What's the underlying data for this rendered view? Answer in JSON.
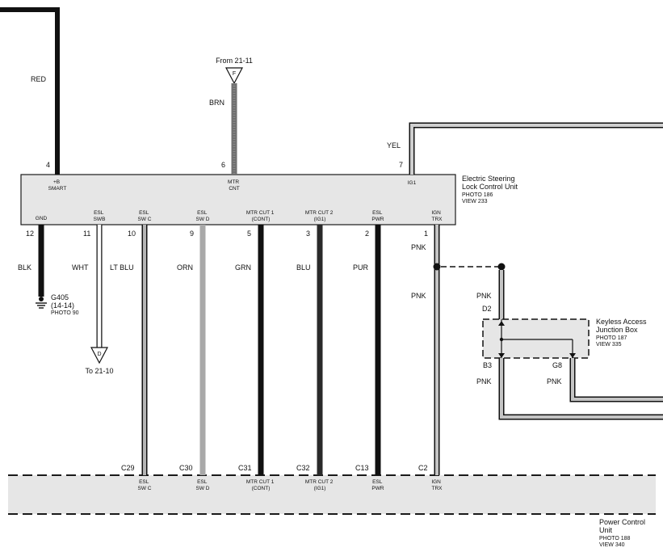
{
  "colors": {
    "paper": "#ffffff",
    "box_fill": "#e6e6e6",
    "box_stroke": "#1a1a1a",
    "black": "#111111",
    "grey": "#9a9a9a",
    "lightgrey": "#cfcfcf",
    "dark_grey": "#6f6f6f"
  },
  "esl_unit": {
    "name_lines": [
      "Electric Steering",
      "Lock Control Unit",
      "PHOTO 186",
      "VIEW 233"
    ]
  },
  "pcu": {
    "name_lines": [
      "Power Control",
      "Unit",
      "PHOTO 188",
      "VIEW 340"
    ]
  },
  "junction_box": {
    "name_lines": [
      "Keyless Access",
      "Junction Box",
      "PHOTO 187",
      "VIEW 335"
    ],
    "pin_d2": "D2",
    "pin_b3": "B3",
    "pin_g8": "G8"
  },
  "top_pins": [
    {
      "pin": "4",
      "label_lines": [
        "+B",
        "SMART"
      ],
      "wire": "RED"
    },
    {
      "pin": "6",
      "label_lines": [
        "MTR",
        "CNT"
      ],
      "wire": "BRN"
    },
    {
      "pin": "7",
      "label_lines": [
        "IG1"
      ],
      "wire": "YEL"
    }
  ],
  "bottom_pins": [
    {
      "pin": "12",
      "label_lines": [
        "GND"
      ],
      "wire": "BLK"
    },
    {
      "pin": "11",
      "label_lines": [
        "ESL",
        "SWB"
      ],
      "wire": "WHT"
    },
    {
      "pin": "10",
      "label_lines": [
        "ESL",
        "SW C"
      ],
      "wire": "LT BLU",
      "pcu_pin": "C29",
      "pcu_label_lines": [
        "ESL",
        "SW C"
      ]
    },
    {
      "pin": "9",
      "label_lines": [
        "ESL",
        "SW D"
      ],
      "wire": "ORN",
      "pcu_pin": "C30",
      "pcu_label_lines": [
        "ESL",
        "SW D"
      ]
    },
    {
      "pin": "5",
      "label_lines": [
        "MTR CUT 1",
        "(CONT)"
      ],
      "wire": "GRN",
      "pcu_pin": "C31",
      "pcu_label_lines": [
        "MTR CUT 1",
        "(CONT)"
      ]
    },
    {
      "pin": "3",
      "label_lines": [
        "MTR CUT 2",
        "(IG1)"
      ],
      "wire": "BLU",
      "pcu_pin": "C32",
      "pcu_label_lines": [
        "MTR CUT 2",
        "(IG1)"
      ]
    },
    {
      "pin": "2",
      "label_lines": [
        "ESL",
        "PWR"
      ],
      "wire": "PUR",
      "pcu_pin": "C13",
      "pcu_label_lines": [
        "ESL",
        "PWR"
      ]
    },
    {
      "pin": "1",
      "label_lines": [
        "IGN",
        "TRX"
      ],
      "wire": "PNK",
      "pcu_pin": "C2",
      "pcu_label_lines": [
        "IGN",
        "TRX"
      ]
    }
  ],
  "connector_from": {
    "text": "From 21-11",
    "letter": "F"
  },
  "connector_to": {
    "text": "To 21-10",
    "letter": "D"
  },
  "ground": {
    "name": "G405",
    "ref": "(14-14)",
    "photo": "PHOTO 90"
  },
  "pnk_labels": [
    "PNK",
    "PNK",
    "PNK",
    "PNK",
    "PNK"
  ]
}
